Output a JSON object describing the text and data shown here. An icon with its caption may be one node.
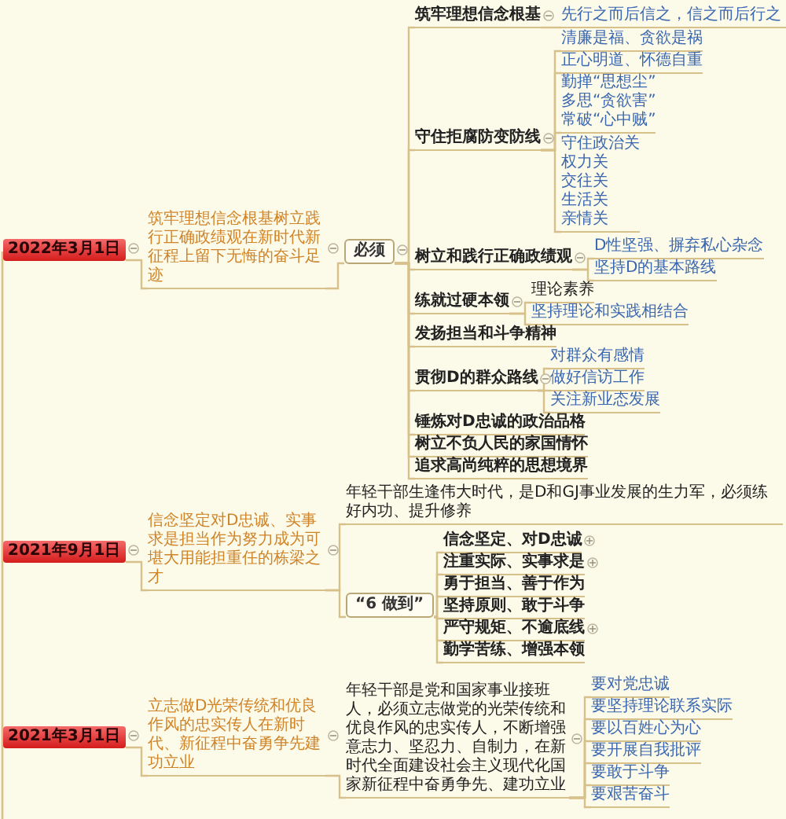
{
  "diagram": {
    "nodes": [
      {
        "text": [
          "2022年3月1日"
        ]
      },
      {
        "text": [
          "筑牢理想信念根基树立践行正确政绩观在新时代新征程上留下无悔的奋斗足迹"
        ]
      },
      {
        "text": [
          "必须"
        ]
      },
      {
        "text": [
          "筑牢理想信念根基"
        ]
      },
      {
        "text": [
          "先行之而后信之，信之而后行之"
        ]
      },
      {
        "text": [
          "守住拒腐防变防线"
        ]
      },
      {
        "text": [
          "清廉是福、贪欲是祸"
        ]
      },
      {
        "text": [
          "正心明道、怀德自重"
        ]
      },
      {
        "text": [
          "勤掸“思想尘”",
          "多思“贪欲害”",
          "常破“心中贼”"
        ]
      },
      {
        "text": [
          "守住政治关",
          "权力关",
          "交往关",
          "生活关",
          "亲情关"
        ]
      },
      {
        "text": [
          "树立和践行正确政绩观"
        ]
      },
      {
        "text": [
          "D性坚强、摒弃私心杂念"
        ]
      },
      {
        "text": [
          "坚持D的基本路线"
        ]
      },
      {
        "text": [
          "练就过硬本领"
        ]
      },
      {
        "text": [
          "理论素养"
        ]
      },
      {
        "text": [
          "坚持理论和实践相结合"
        ]
      },
      {
        "text": [
          "发扬担当和斗争精神"
        ]
      },
      {
        "text": [
          "贯彻D的群众路线"
        ]
      },
      {
        "text": [
          "对群众有感情"
        ]
      },
      {
        "text": [
          "做好信访工作"
        ]
      },
      {
        "text": [
          "关注新业态发展"
        ]
      },
      {
        "text": [
          "锤炼对D忠诚的政治品格"
        ]
      },
      {
        "text": [
          "树立不负人民的家国情怀"
        ]
      },
      {
        "text": [
          "追求高尚纯粹的思想境界"
        ]
      },
      {
        "text": [
          "2021年9月1日"
        ]
      },
      {
        "text": [
          "信念坚定对D忠诚、实事求是担当作为努力成为可堪大用能担重任的栋梁之才"
        ]
      },
      {
        "text": [
          "年轻干部生逢伟大时代，是D和GJ事业发展的生力军，必须练好内功、提升修养"
        ]
      },
      {
        "text": [
          "“6 做到”"
        ]
      },
      {
        "text": [
          "信念坚定、对D忠诚"
        ]
      },
      {
        "text": [
          "注重实际、实事求是"
        ]
      },
      {
        "text": [
          "勇于担当、善于作为"
        ]
      },
      {
        "text": [
          "坚持原则、敢于斗争"
        ]
      },
      {
        "text": [
          "严守规矩、不逾底线"
        ]
      },
      {
        "text": [
          "勤学苦练、增强本领"
        ]
      },
      {
        "text": [
          "2021年3月1日"
        ]
      },
      {
        "text": [
          "立志做D光荣传统和优良作风的忠实传人在新时代、新征程中奋勇争先建功立业"
        ]
      },
      {
        "text": [
          "年轻干部是党和国家事业接班人，必须立志做党的光荣传统和优良作风的忠实传人，不断增强意志力、坚忍力、自制力，在新时代全面建设社会主义现代化国家新征程中奋勇争先、建功立业"
        ]
      },
      {
        "text": [
          "要对党忠诚"
        ]
      },
      {
        "text": [
          "要坚持理论联系实际"
        ]
      },
      {
        "text": [
          "要以百姓心为心"
        ]
      },
      {
        "text": [
          "要开展自我批评"
        ]
      },
      {
        "text": [
          "要敢于斗争"
        ]
      },
      {
        "text": [
          "要艰苦奋斗"
        ]
      }
    ],
    "edges": [
      {
        "from": 0,
        "to": 1,
        "arrow": "none"
      },
      {
        "from": 1,
        "to": 2,
        "arrow": "none"
      },
      {
        "from": 2,
        "to": 3,
        "arrow": "none"
      },
      {
        "from": 3,
        "to": 4,
        "arrow": "none"
      },
      {
        "from": 2,
        "to": 5,
        "arrow": "none"
      },
      {
        "from": 5,
        "to": 6,
        "arrow": "none"
      },
      {
        "from": 5,
        "to": 7,
        "arrow": "none"
      },
      {
        "from": 5,
        "to": 8,
        "arrow": "none"
      },
      {
        "from": 5,
        "to": 9,
        "arrow": "none"
      },
      {
        "from": 2,
        "to": 10,
        "arrow": "none"
      },
      {
        "from": 10,
        "to": 11,
        "arrow": "none"
      },
      {
        "from": 10,
        "to": 12,
        "arrow": "none"
      },
      {
        "from": 2,
        "to": 13,
        "arrow": "none"
      },
      {
        "from": 13,
        "to": 14,
        "arrow": "none"
      },
      {
        "from": 13,
        "to": 15,
        "arrow": "none"
      },
      {
        "from": 2,
        "to": 16,
        "arrow": "none"
      },
      {
        "from": 2,
        "to": 17,
        "arrow": "none"
      },
      {
        "from": 17,
        "to": 18,
        "arrow": "none"
      },
      {
        "from": 17,
        "to": 19,
        "arrow": "none"
      },
      {
        "from": 17,
        "to": 20,
        "arrow": "none"
      },
      {
        "from": 2,
        "to": 21,
        "arrow": "none"
      },
      {
        "from": 2,
        "to": 22,
        "arrow": "none"
      },
      {
        "from": 2,
        "to": 23,
        "arrow": "none"
      },
      {
        "from": 24,
        "to": 25,
        "arrow": "none"
      },
      {
        "from": 25,
        "to": 26,
        "arrow": "none"
      },
      {
        "from": 25,
        "to": 27,
        "arrow": "none"
      },
      {
        "from": 27,
        "to": 28,
        "arrow": "none"
      },
      {
        "from": 27,
        "to": 29,
        "arrow": "none"
      },
      {
        "from": 27,
        "to": 30,
        "arrow": "none"
      },
      {
        "from": 27,
        "to": 31,
        "arrow": "none"
      },
      {
        "from": 27,
        "to": 32,
        "arrow": "none"
      },
      {
        "from": 27,
        "to": 33,
        "arrow": "none"
      },
      {
        "from": 34,
        "to": 35,
        "arrow": "none"
      },
      {
        "from": 35,
        "to": 36,
        "arrow": "none"
      },
      {
        "from": 36,
        "to": 37,
        "arrow": "none"
      },
      {
        "from": 36,
        "to": 38,
        "arrow": "none"
      },
      {
        "from": 36,
        "to": 39,
        "arrow": "none"
      },
      {
        "from": 36,
        "to": 40,
        "arrow": "none"
      },
      {
        "from": 36,
        "to": 41,
        "arrow": "none"
      },
      {
        "from": 36,
        "to": 42,
        "arrow": "none"
      }
    ]
  }
}
